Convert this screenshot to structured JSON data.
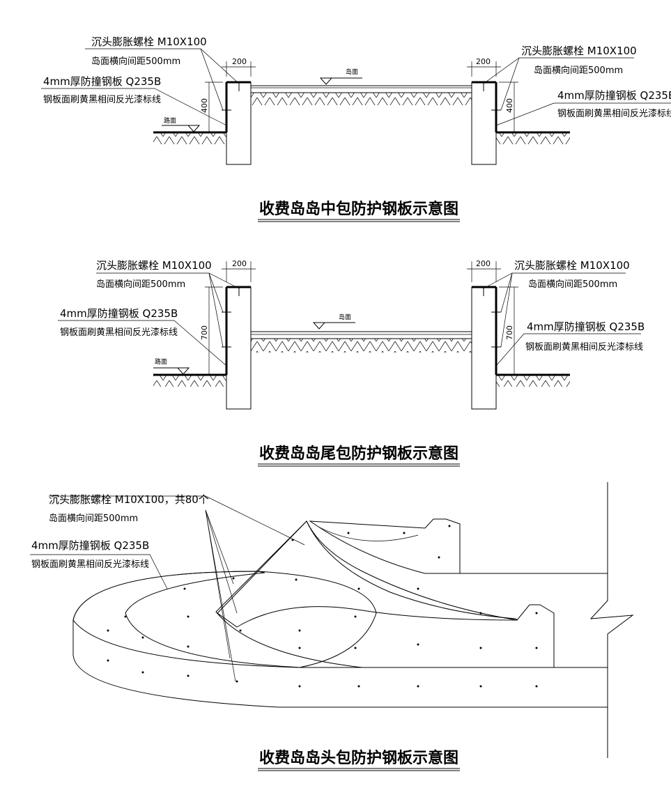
{
  "diagrams": [
    {
      "title": "收费岛岛中包防护钢板示意图",
      "bolt_label": "沉头膨胀螺栓 M10X100",
      "bolt_spacing": "岛面横向间距500mm",
      "plate_label": "4mm厚防撞钢板 Q235B",
      "plate_paint": "钢板面刷黄黑相间反光漆标线",
      "dim_width": "200",
      "dim_height": "400",
      "surface_label": "岛面",
      "road_label": "路面"
    },
    {
      "title": "收费岛岛尾包防护钢板示意图",
      "bolt_label": "沉头膨胀螺栓 M10X100",
      "bolt_spacing": "岛面横向间距500mm",
      "plate_label": "4mm厚防撞钢板 Q235B",
      "plate_paint": "钢板面刷黄黑相间反光漆标线",
      "dim_width": "200",
      "dim_height": "700",
      "surface_label": "岛面",
      "road_label": "路面"
    },
    {
      "title": "收费岛岛头包防护钢板示意图",
      "bolt_label": "沉头膨胀螺栓 M10X100，共80个",
      "bolt_spacing": "岛面横向间距500mm",
      "plate_label": "4mm厚防撞钢板 Q235B",
      "plate_paint": "钢板面刷黄黑相间反光漆标线"
    }
  ]
}
